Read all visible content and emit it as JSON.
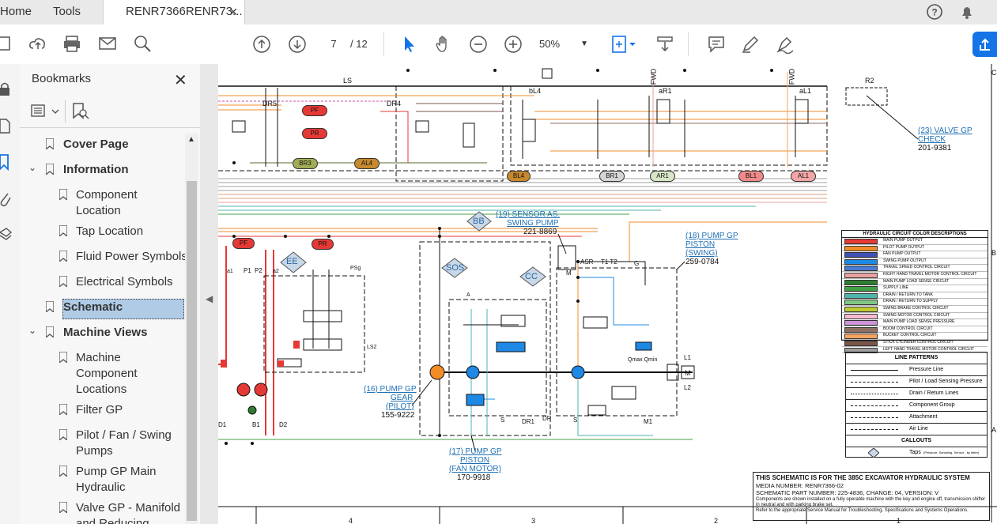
{
  "tabs": {
    "home": "Home",
    "tools": "Tools",
    "document": "RENR7366RENR73..."
  },
  "toolbar": {
    "current_page": "7",
    "total_pages": "/ 12",
    "zoom": "50%"
  },
  "bookmarks": {
    "title": "Bookmarks",
    "items": [
      {
        "label": "Cover Page"
      },
      {
        "label": "Information"
      },
      {
        "label": "Component Location"
      },
      {
        "label": "Tap Location"
      },
      {
        "label": "Fluid Power Symbols"
      },
      {
        "label": "Electrical Symbols"
      },
      {
        "label": "Schematic"
      },
      {
        "label": "Machine Views"
      },
      {
        "label": "Machine Component Locations"
      },
      {
        "label": "Filter GP"
      },
      {
        "label": "Pilot / Fan / Swing Pumps"
      },
      {
        "label": "Pump GP Main Hydraulic"
      },
      {
        "label": "Valve GP - Manifold and Reducing"
      }
    ]
  },
  "schematic": {
    "callouts": {
      "c23_title": "(23) VALVE GP",
      "c23_sub": "CHECK",
      "c23_part": "201-9381",
      "c19_title": "(19) SENSOR AS.",
      "c19_sub": "SWING PUMP",
      "c19_part": "221-8869",
      "c18_title": "(18) PUMP GP",
      "c18_sub1": "PISTON",
      "c18_sub2": "(SWING)",
      "c18_part": "259-0784",
      "c16_title": "(16) PUMP GP",
      "c16_sub1": "GEAR",
      "c16_sub2": "(PILOT)",
      "c16_part": "155-9222",
      "c17_title": "(17) PUMP GP",
      "c17_sub1": "PISTON",
      "c17_sub2": "(FAN MOTOR)",
      "c17_part": "170-9918"
    },
    "pills": {
      "pf1": "PF",
      "pr1": "PR",
      "br3": "BR3",
      "al4": "AL4",
      "bl4": "BL4",
      "br1": "BR1",
      "ar1": "AR1",
      "bl1": "BL1",
      "al1": "AL1",
      "pf2": "PF",
      "pr2": "PR"
    },
    "diamonds": {
      "bb": "BB",
      "sos": "SOS",
      "cc": "CC",
      "ee": "EE"
    },
    "labels": {
      "ls": "LS",
      "dr5": "DR5",
      "dr4": "DR4",
      "bl4v": "bL4",
      "ar1v": "aR1",
      "al1v": "aL1",
      "fwd1": "FWD",
      "fwd2": "FWD",
      "r2": "R2",
      "asr": "ASR",
      "t1t2": "T1 T2",
      "g": "G",
      "m": "M",
      "qmax": "Qmax Qmin",
      "l1": "L1",
      "l2": "L2",
      "dr1": "DR1",
      "dr": "DR",
      "s1": "S",
      "s2": "S",
      "m1": "M1",
      "d1": "D1",
      "b1": "B1",
      "d2": "D2",
      "p1": "P1",
      "p2": "P2",
      "a1": "a1",
      "a2": "a2",
      "psg": "PSg",
      "ls2": "LS2",
      "a": "A",
      "bigm": "M"
    },
    "legend_title": "HYDRAULIC CIRCUIT COLOR DESCRIPTIONS",
    "legend": [
      {
        "text": "MAIN PUMP OUTPUT",
        "color": "#e53935"
      },
      {
        "text": "PILOT PUMP OUTPUT",
        "color": "#f28c28"
      },
      {
        "text": "FAN PUMP OUTPUT",
        "color": "#3f51b5"
      },
      {
        "text": "SWING PUMP OUTPUT",
        "color": "#1e88e5"
      },
      {
        "text": "TRAVEL SPEED CONTROL CIRCUIT",
        "color": "#4a7bd0"
      },
      {
        "text": "RIGHT HAND TRAVEL MOTOR CONTROL CIRCUIT",
        "color": "#e8a0a0"
      },
      {
        "text": "MAIN PUMP LOAD SENSE CIRCUIT",
        "color": "#2e7d32"
      },
      {
        "text": "SUPPLY LINE",
        "color": "#43a047"
      },
      {
        "text": "DRAIN / RETURN TO TANK",
        "color": "#4db6ac"
      },
      {
        "text": "DRAIN / RETURN TO SUPPLY",
        "color": "#81c784"
      },
      {
        "text": "SWING BRAKE CONTROL CIRCUIT",
        "color": "#c0ca33"
      },
      {
        "text": "SWING MOTOR CONTROL CIRCUIT",
        "color": "#f8bbd0"
      },
      {
        "text": "MAIN PUMP LOAD SENSE PRESSURE",
        "color": "#ce93d8"
      },
      {
        "text": "BOOM CONTROL CIRCUIT",
        "color": "#8d6e63"
      },
      {
        "text": "BUCKET CONTROL CIRCUIT",
        "color": "#f4a460"
      },
      {
        "text": "STICK CYLINDER CONTROL CIRCUIT",
        "color": "#795548"
      },
      {
        "text": "LEFT HAND TRAVEL MOTOR CONTROL CIRCUIT",
        "color": "#9e9e9e"
      }
    ],
    "patterns_title": "LINE PATTERNS",
    "patterns": [
      {
        "text": "Pressure Line"
      },
      {
        "text": "Pilot / Load Sensing Pressure"
      },
      {
        "text": "Drain / Return Lines"
      },
      {
        "text": "Component Group"
      },
      {
        "text": "Attachment"
      },
      {
        "text": "Air Line"
      }
    ],
    "callouts_title": "CALLOUTS",
    "taps_label": "Taps",
    "taps_note": "(Pressure, Sampling, Sensor - by letter)",
    "note": {
      "line1": "THIS SCHEMATIC IS FOR THE 385C EXCAVATOR HYDRAULIC SYSTEM",
      "line2": "MEDIA NUMBER: RENR7366-02",
      "line3": "SCHEMATIC PART NUMBER: 225-4836, CHANGE: 04, VERSION: V",
      "line4": "Components are shown installed on a fully operable machine with the key and engine off, transmission shifter in neutral and with parking brake set.",
      "line5": "Refer to the appropriate Service Manual for Troubleshooting, Specifications and Systems Operations."
    },
    "edge_c": "C",
    "edge_b": "B",
    "edge_a": "A",
    "bottom_ruler": [
      "4",
      "3",
      "2",
      "1"
    ]
  }
}
